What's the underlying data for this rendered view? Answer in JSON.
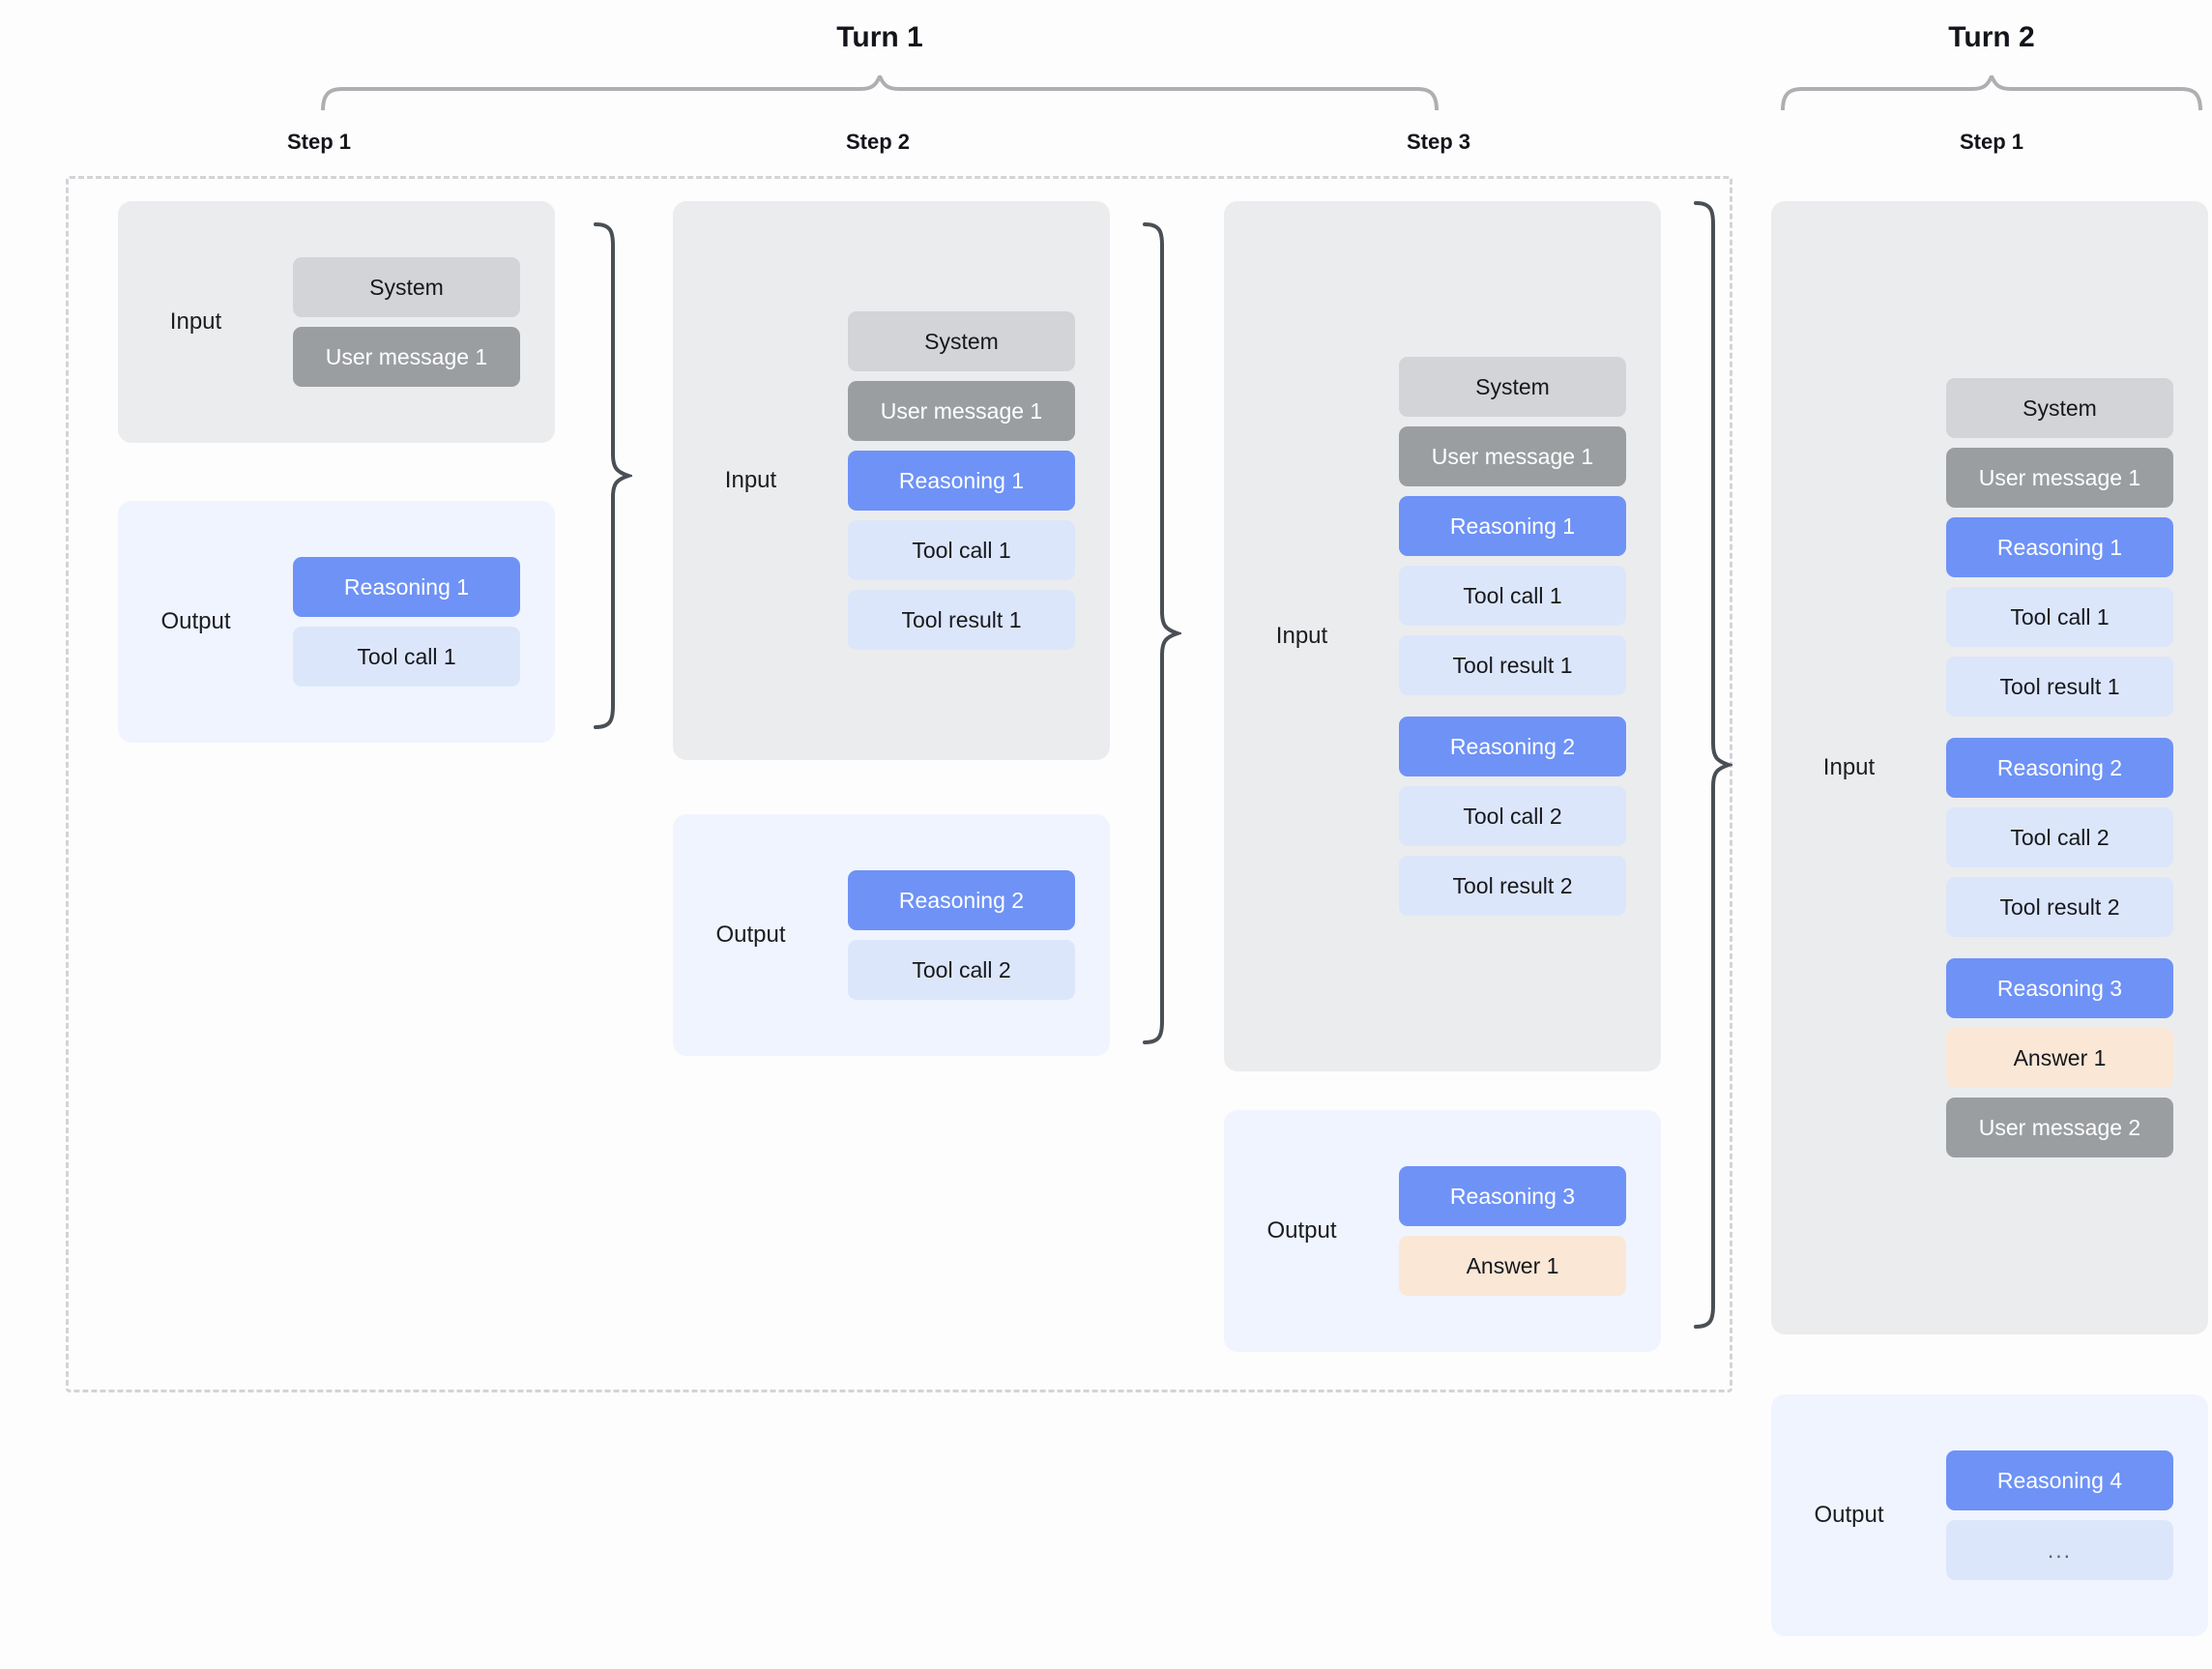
{
  "diagram": {
    "title_turn1": "Turn 1",
    "title_turn2": "Turn 2",
    "label_input": "Input",
    "label_output": "Output"
  },
  "turns": [
    {
      "name": "Turn 1",
      "steps": [
        {
          "title": "Step 1",
          "input": [
            "System",
            "User message 1"
          ],
          "output": [
            "Reasoning 1",
            "Tool call 1"
          ]
        },
        {
          "title": "Step 2",
          "input": [
            "System",
            "User message 1",
            "Reasoning 1",
            "Tool call 1",
            "Tool result 1"
          ],
          "output": [
            "Reasoning 2",
            "Tool call 2"
          ]
        },
        {
          "title": "Step 3",
          "input": [
            "System",
            "User message 1",
            "Reasoning 1",
            "Tool call 1",
            "Tool result 1",
            "Reasoning 2",
            "Tool call 2",
            "Tool result 2"
          ],
          "output": [
            "Reasoning 3",
            "Answer 1"
          ]
        }
      ]
    },
    {
      "name": "Turn 2",
      "steps": [
        {
          "title": "Step 1",
          "input": [
            "System",
            "User message 1",
            "Reasoning 1",
            "Tool call 1",
            "Tool result 1",
            "Reasoning 2",
            "Tool call 2",
            "Tool result 2",
            "Reasoning 3",
            "Answer 1",
            "User message 2"
          ],
          "output": [
            "Reasoning 4",
            "..."
          ]
        }
      ]
    }
  ],
  "colors": {
    "system": "#d2d4d8",
    "user": "#9b9ea1",
    "reasoning": "#6e92f6",
    "tool": "#dce6fb",
    "answer": "#fae7d6",
    "input_panel": "#ebecee",
    "output_panel": "#f0f4fe",
    "brace": "#4a4f55",
    "turn_brace": "#adafb2",
    "dashed_border": "#d2d4d7"
  },
  "labels": {
    "turn1": "Turn 1",
    "turn2": "Turn 2",
    "t1_step1": "Step 1",
    "t1_step2": "Step 2",
    "t1_step3": "Step 3",
    "t2_step1": "Step 1",
    "input": "Input",
    "output": "Output"
  }
}
